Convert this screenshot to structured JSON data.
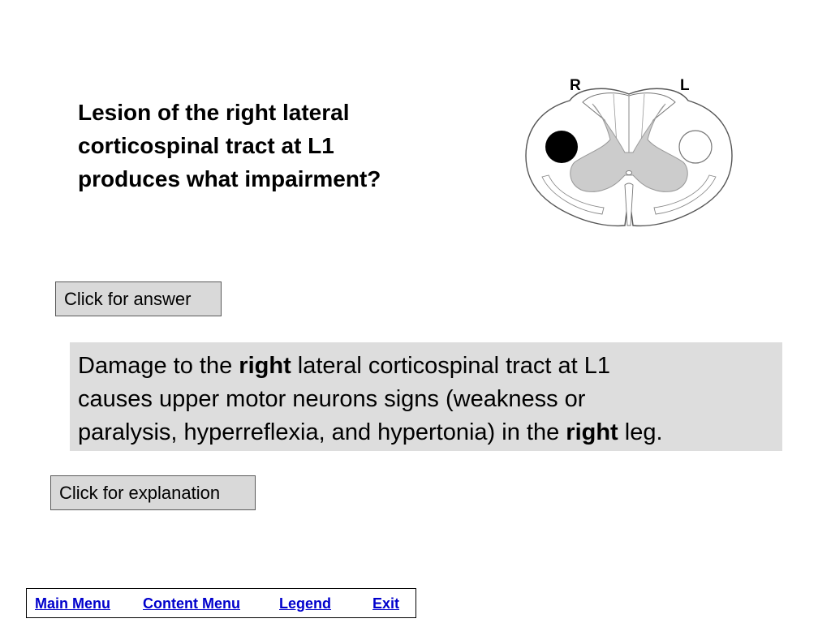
{
  "question": {
    "lines": [
      "Lesion of the right lateral",
      "corticospinal tract at L1",
      "produces what impairment?"
    ]
  },
  "diagram": {
    "label_right": "R",
    "label_left": "L",
    "gray_matter_color": "#cccccc",
    "lesion_color": "#000000"
  },
  "buttons": {
    "answer_label": "Click for answer",
    "explanation_label": "Click for explanation"
  },
  "answer": {
    "line1_pre": "Damage to the ",
    "line1_bold": "right",
    "line1_post": " lateral corticospinal tract at L1",
    "line2": "causes upper motor neurons signs (weakness or",
    "line3_pre": "paralysis, hyperreflexia, and hypertonia) in the ",
    "line3_bold": "right",
    "line3_post": " leg."
  },
  "nav": {
    "main_menu": "Main Menu",
    "content_menu": "Content Menu",
    "legend": "Legend",
    "exit": "Exit",
    "link_color": "#0000cc"
  }
}
